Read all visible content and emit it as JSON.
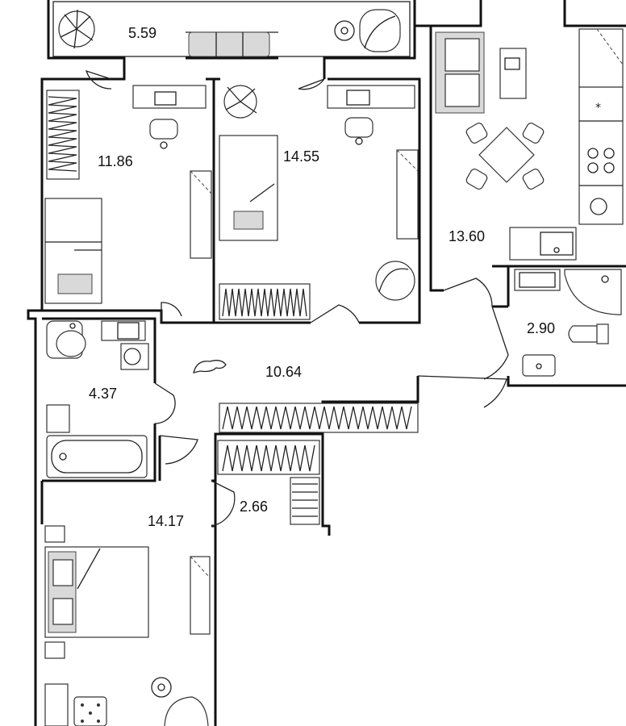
{
  "rooms": {
    "balcony_area": "5.59",
    "bedroom_left_area": "11.86",
    "bedroom_middle_area": "14.55",
    "kitchen_area": "13.60",
    "wc_area": "2.90",
    "hall_area": "10.64",
    "bathroom_area": "4.37",
    "closet_area": "2.66",
    "master_bedroom_area": "14.17"
  }
}
